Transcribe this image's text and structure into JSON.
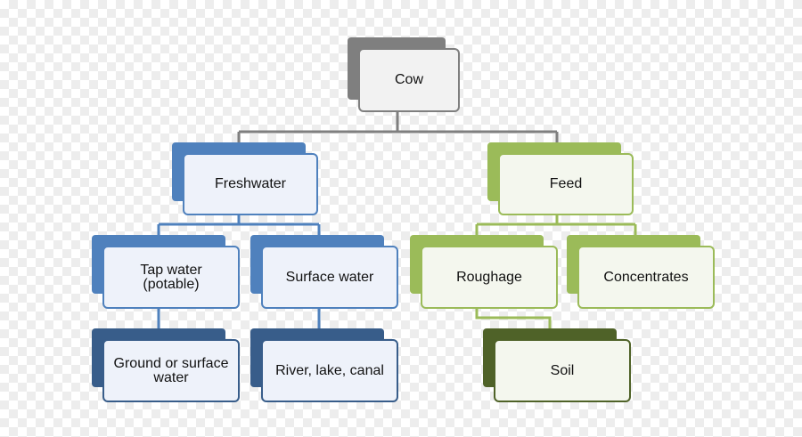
{
  "diagram": {
    "root": {
      "label": "Cow"
    },
    "freshwater": {
      "label": "Freshwater"
    },
    "feed": {
      "label": "Feed"
    },
    "tap_water": {
      "label": "Tap water\n(potable)"
    },
    "surface_water": {
      "label": "Surface water"
    },
    "roughage": {
      "label": "Roughage"
    },
    "concentrates": {
      "label": "Concentrates"
    },
    "ground_or_surface_water": {
      "label": "Ground or surface\nwater"
    },
    "river_lake_canal": {
      "label": "River, lake, canal"
    },
    "soil": {
      "label": "Soil"
    }
  },
  "colors": {
    "gray": "#7f7f7f",
    "blue": "#4f81bd",
    "dark_blue": "#385d8a",
    "green": "#9bbb59",
    "dark_green": "#4f6228"
  }
}
